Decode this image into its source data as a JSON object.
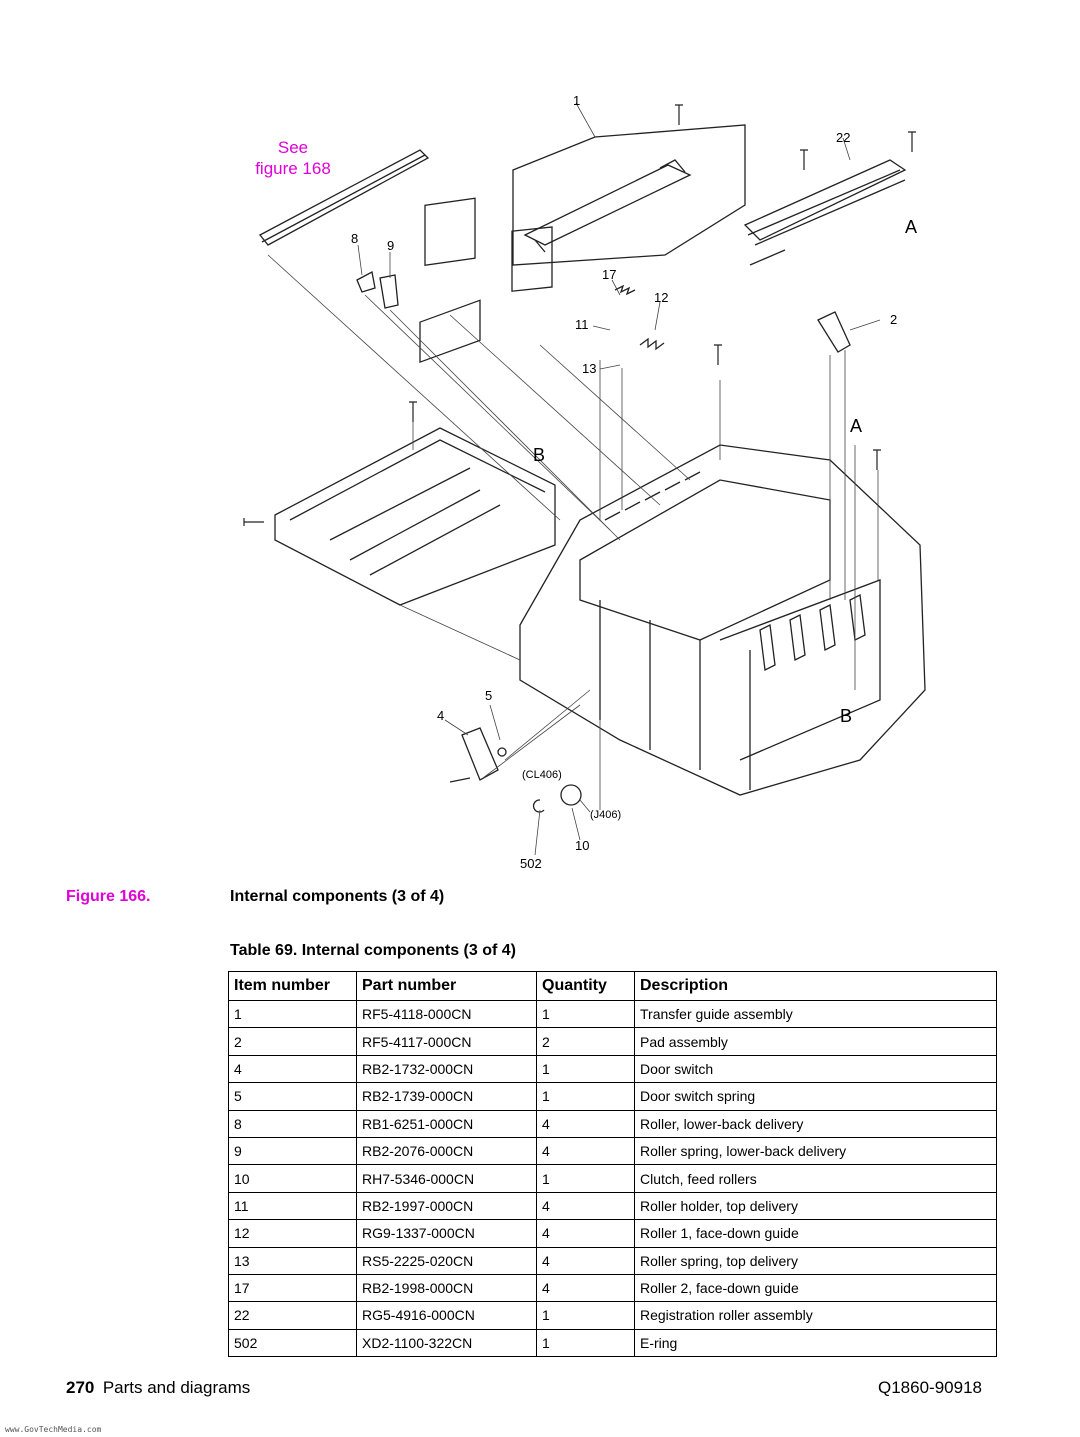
{
  "diagram": {
    "see_link": {
      "line1": "See",
      "line2": "figure 168"
    },
    "callouts": [
      "1",
      "22",
      "A",
      "8",
      "9",
      "17",
      "12",
      "2",
      "11",
      "13",
      "A",
      "B",
      "B",
      "5",
      "4",
      "(CL406)",
      "(J406)",
      "10",
      "502"
    ]
  },
  "figure": {
    "label": "Figure 166.",
    "title": "Internal components (3 of 4)"
  },
  "table": {
    "title": "Table 69. Internal components (3 of 4)",
    "headers": [
      "Item number",
      "Part number",
      "Quantity",
      "Description"
    ],
    "rows": [
      [
        "1",
        "RF5-4118-000CN",
        "1",
        "Transfer guide assembly"
      ],
      [
        "2",
        "RF5-4117-000CN",
        "2",
        "Pad assembly"
      ],
      [
        "4",
        "RB2-1732-000CN",
        "1",
        "Door switch"
      ],
      [
        "5",
        "RB2-1739-000CN",
        "1",
        "Door switch spring"
      ],
      [
        "8",
        "RB1-6251-000CN",
        "4",
        "Roller, lower-back delivery"
      ],
      [
        "9",
        "RB2-2076-000CN",
        "4",
        "Roller spring, lower-back delivery"
      ],
      [
        "10",
        "RH7-5346-000CN",
        "1",
        "Clutch, feed rollers"
      ],
      [
        "11",
        "RB2-1997-000CN",
        "4",
        "Roller holder, top delivery"
      ],
      [
        "12",
        "RG9-1337-000CN",
        "4",
        "Roller 1, face-down guide"
      ],
      [
        "13",
        "RS5-2225-020CN",
        "4",
        "Roller spring, top delivery"
      ],
      [
        "17",
        "RB2-1998-000CN",
        "4",
        "Roller 2, face-down guide"
      ],
      [
        "22",
        "RG5-4916-000CN",
        "1",
        "Registration roller assembly"
      ],
      [
        "502",
        "XD2-1100-322CN",
        "1",
        "E-ring"
      ]
    ]
  },
  "footer": {
    "page_number": "270",
    "section": "Parts and diagrams",
    "doc_id": "Q1860-90918",
    "site": "www.GovTechMedia.com"
  },
  "colors": {
    "link": "#e000d8",
    "text": "#000000"
  }
}
